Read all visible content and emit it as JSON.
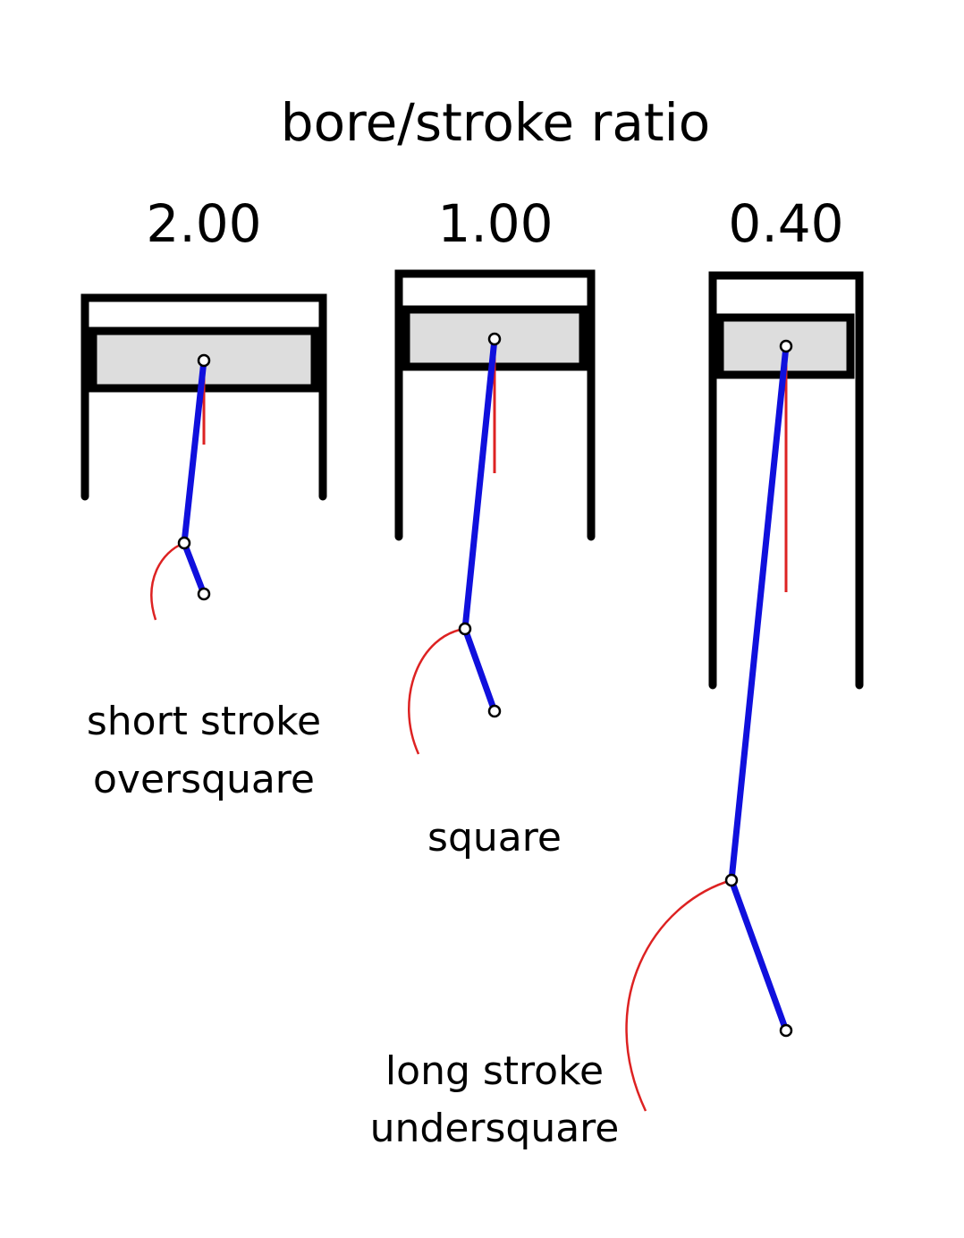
{
  "title": "bore/stroke ratio",
  "colors": {
    "outline": "#000000",
    "piston_fill": "#dddddd",
    "rod": "#1010dd",
    "path": "#dd2222"
  },
  "engines": [
    {
      "ratio": "2.00",
      "caption_lines": [
        "short stroke",
        "oversquare"
      ]
    },
    {
      "ratio": "1.00",
      "caption_lines": [
        "square"
      ]
    },
    {
      "ratio": "0.40",
      "caption_lines": [
        "long stroke",
        "undersquare"
      ]
    }
  ]
}
